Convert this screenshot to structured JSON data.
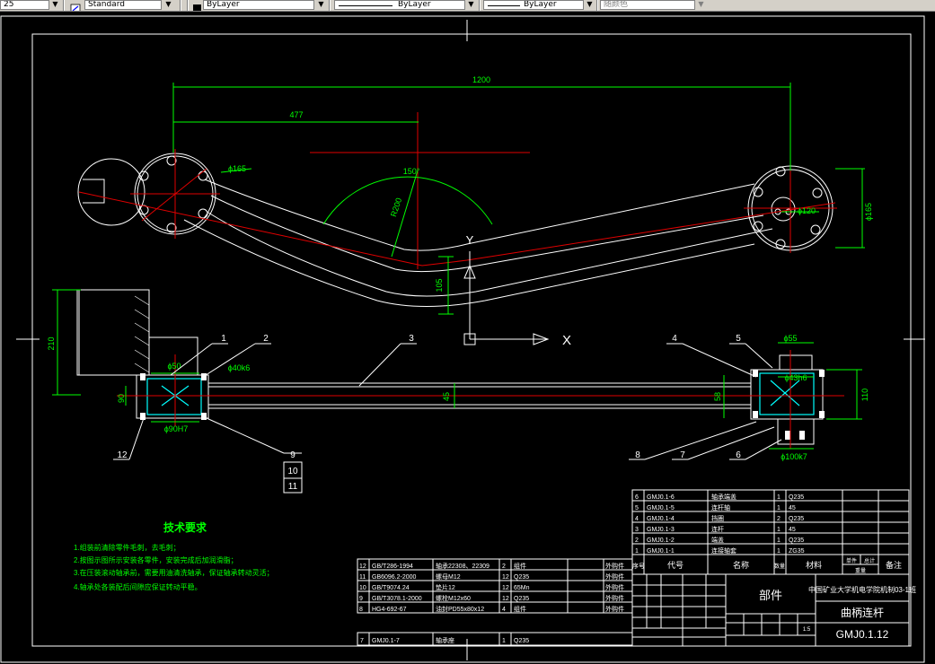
{
  "toolbar": {
    "text_height": "25",
    "text_style": "Standard",
    "layer": "ByLayer",
    "linetype": "ByLayer",
    "lineweight": "ByLayer",
    "color": "随颜色",
    "dropdown_glyph": "▼"
  },
  "drawing": {
    "dims": {
      "d1200": "1200",
      "d477": "477",
      "d150": "150°",
      "dR200": "R200",
      "dphi165a": "ϕ165",
      "dphi165b": "ϕ165",
      "dphi120": "ϕ120",
      "d105": "105",
      "d210": "210",
      "dphi50": "ϕ50",
      "dphi40k6": "ϕ40k6",
      "dphi90H7": "ϕ90H7",
      "d90": "90",
      "d45": "45",
      "d58": "58",
      "dphi55": "ϕ55",
      "dphi43h6": "ϕ43h6",
      "d110": "110",
      "dphi100k7": "ϕ100k7"
    },
    "axis": {
      "y": "Y",
      "x": "X"
    },
    "balloons": {
      "b1": "1",
      "b2": "2",
      "b3": "3",
      "b4": "4",
      "b5": "5",
      "b6": "6",
      "b7": "7",
      "b8": "8",
      "b9": "9",
      "b10": "10",
      "b11": "11",
      "b12": "12"
    },
    "tech": {
      "title": "技术要求",
      "lines": [
        "1.组装前清除零件毛刺，去毛刺；",
        "2.按图示图所示安装各零件，安装完成后加润滑脂；",
        "3.在压装滚动轴承前，需要用油清洗轴承，保证轴承转动灵活；",
        "4.轴承处各装配后间隙应保证转动平稳。"
      ]
    },
    "bom_upper": [
      {
        "no": "6",
        "code": "GMJ0.1-6",
        "name": "轴承端盖",
        "qty": "1",
        "mat": "Q235"
      },
      {
        "no": "5",
        "code": "GMJ0.1-5",
        "name": "连杆轴",
        "qty": "1",
        "mat": "45"
      },
      {
        "no": "4",
        "code": "GMJ0.1-4",
        "name": "挡圈",
        "qty": "2",
        "mat": "Q235"
      },
      {
        "no": "3",
        "code": "GMJ0.1-3",
        "name": "连杆",
        "qty": "1",
        "mat": "45"
      },
      {
        "no": "2",
        "code": "GMJ0.1-2",
        "name": "端盖",
        "qty": "1",
        "mat": "Q235"
      },
      {
        "no": "1",
        "code": "GMJ0.1-1",
        "name": "连接轴套",
        "qty": "1",
        "mat": "ZG35"
      }
    ],
    "bom_lower": [
      {
        "no": "12",
        "code": "GB/T286-1994",
        "name": "轴承22308、22309",
        "qty": "2",
        "mat": "组件",
        "note": "外购件"
      },
      {
        "no": "11",
        "code": "GB6096.2-2000",
        "name": "螺母M12",
        "qty": "12",
        "mat": "Q235",
        "note": "外购件"
      },
      {
        "no": "10",
        "code": "GB/T9074.24",
        "name": "垫片12",
        "qty": "12",
        "mat": "65Mn",
        "note": "外购件"
      },
      {
        "no": "9",
        "code": "GB/T3078.1-2000",
        "name": "螺栓M12x60",
        "qty": "12",
        "mat": "Q235",
        "note": "外购件"
      },
      {
        "no": "8",
        "code": "HG4-692-67",
        "name": "油封PD55x80x12",
        "qty": "4",
        "mat": "组件",
        "note": "外购件"
      }
    ],
    "bom_bottom": {
      "no": "7",
      "code": "GMJ0.1-7",
      "name": "轴承座",
      "qty": "1",
      "mat": "Q235"
    },
    "header": {
      "no": "序号",
      "code": "代号",
      "name": "名称",
      "qty": "数量",
      "mat": "材料",
      "single": "单件",
      "total": "总计",
      "weight": "重量",
      "note": "备注"
    },
    "title_block": {
      "part": "部件",
      "university": "中国矿业大学机电学院机制03-1班",
      "drawing_name": "曲柄连杆",
      "drawing_no": "GMJ0.1.12",
      "ratio": "1:5"
    }
  }
}
